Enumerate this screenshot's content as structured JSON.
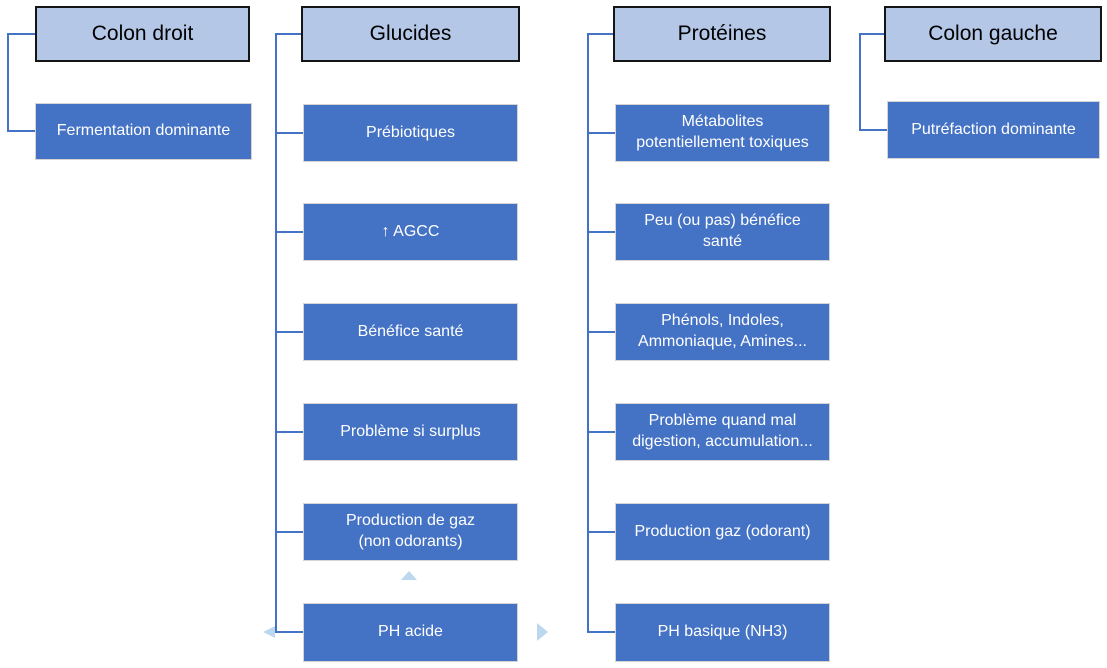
{
  "diagram": {
    "colors": {
      "header_fill": "#b4c7e7",
      "header_border": "#141414",
      "header_text": "#000000",
      "node_fill": "#4472c4",
      "node_border": "#d6d3d3",
      "node_text": "#ffffff",
      "connector": "#4472c4",
      "decoration": "#bdd7ee"
    },
    "columns": [
      {
        "header": "Colon droit",
        "items": [
          "Fermentation dominante"
        ]
      },
      {
        "header": "Glucides",
        "items": [
          "Prébiotiques",
          "↑ AGCC",
          "Bénéfice santé",
          "Problème si surplus",
          "Production de gaz\n(non odorants)",
          "PH acide"
        ]
      },
      {
        "header": "Protéines",
        "items": [
          "Métabolites\npotentiellement toxiques",
          "Peu (ou pas) bénéfice\nsanté",
          "Phénols, Indoles,\nAmmoniaque, Amines...",
          "Problème quand mal\ndigestion, accumulation...",
          "Production gaz (odorant)",
          "PH basique (NH3)"
        ]
      },
      {
        "header": "Colon gauche",
        "items": [
          "Putréfaction dominante"
        ]
      }
    ],
    "decorations": [
      "up-triangle-icon",
      "left-arrowhead-icon",
      "right-arrowhead-icon"
    ]
  }
}
